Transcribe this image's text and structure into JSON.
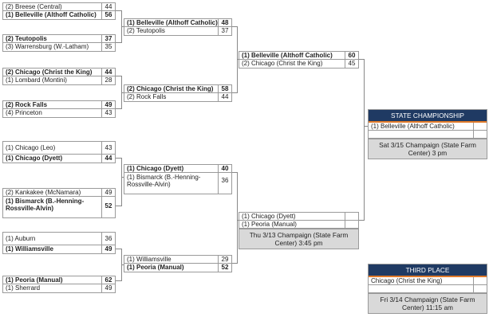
{
  "round1": [
    {
      "a": {
        "name": "(2) Breese (Central)",
        "score": "44"
      },
      "b": {
        "name": "(1) Belleville (Althoff Catholic)",
        "score": "56"
      },
      "winner": "b"
    },
    {
      "a": {
        "name": "(2) Teutopolis",
        "score": "37"
      },
      "b": {
        "name": "(3) Warrensburg (W.-Latham)",
        "score": "35"
      },
      "winner": "a"
    },
    {
      "a": {
        "name": "(2) Chicago (Christ the King)",
        "score": "44"
      },
      "b": {
        "name": "(1) Lombard (Montini)",
        "score": "28"
      },
      "winner": "a"
    },
    {
      "a": {
        "name": "(2) Rock Falls",
        "score": "49"
      },
      "b": {
        "name": "(4) Princeton",
        "score": "43"
      },
      "winner": "a"
    },
    {
      "a": {
        "name": "(1) Chicago (Leo)",
        "score": "43"
      },
      "b": {
        "name": "(1) Chicago (Dyett)",
        "score": "44"
      },
      "winner": "b"
    },
    {
      "a": {
        "name": "(2) Kankakee (McNamara)",
        "score": "49"
      },
      "b": {
        "name": "(1) Bismarck (B.-Henning-Rossville-Alvin)",
        "score": "52"
      },
      "winner": "b"
    },
    {
      "a": {
        "name": "(1) Auburn",
        "score": "36"
      },
      "b": {
        "name": "(1) Williamsville",
        "score": "49"
      },
      "winner": "b"
    },
    {
      "a": {
        "name": "(1) Peoria (Manual)",
        "score": "62"
      },
      "b": {
        "name": "(1) Sherrard",
        "score": "49"
      },
      "winner": "a"
    }
  ],
  "round2": [
    {
      "a": {
        "name": "(1) Belleville (Althoff Catholic)",
        "score": "48"
      },
      "b": {
        "name": "(2) Teutopolis",
        "score": "37"
      },
      "winner": "a"
    },
    {
      "a": {
        "name": "(2) Chicago (Christ the King)",
        "score": "58"
      },
      "b": {
        "name": "(2) Rock Falls",
        "score": "44"
      },
      "winner": "a"
    },
    {
      "a": {
        "name": "(1) Chicago (Dyett)",
        "score": "40"
      },
      "b": {
        "name": "(1) Bismarck (B.-Henning-Rossville-Alvin)",
        "score": "36"
      },
      "winner": "a"
    },
    {
      "a": {
        "name": "(1) Williamsville",
        "score": "29"
      },
      "b": {
        "name": "(1) Peoria (Manual)",
        "score": "52"
      },
      "winner": "b"
    }
  ],
  "semis": [
    {
      "a": {
        "name": "(1) Belleville (Althoff Catholic)",
        "score": "60"
      },
      "b": {
        "name": "(2) Chicago (Christ the King)",
        "score": "45"
      },
      "winner": "a"
    },
    {
      "a": {
        "name": "(1) Chicago (Dyett)",
        "score": ""
      },
      "b": {
        "name": "(1) Peoria (Manual)",
        "score": ""
      },
      "winner": "",
      "info": "Thu 3/13 Champaign (State Farm Center) 3:45 pm"
    }
  ],
  "championship": {
    "title": "STATE CHAMPIONSHIP",
    "team_a": "(1) Belleville (Althoff Catholic)",
    "team_b": "",
    "info": "Sat 3/15 Champaign (State Farm Center) 3 pm"
  },
  "third_place": {
    "title": "THIRD PLACE",
    "team_a": "Chicago (Christ the King)",
    "team_b": "",
    "info": "Fri 3/14 Champaign (State Farm Center) 11:15 am"
  },
  "colors": {
    "header_bg": "#1f3a63",
    "header_accent": "#e07a2a",
    "info_bg": "#d9d9d9",
    "line": "#888888"
  }
}
